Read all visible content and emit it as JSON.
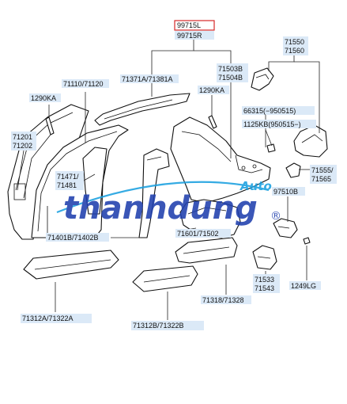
{
  "parts": {
    "p99715": {
      "line1": "99715L",
      "line2": "99715R"
    },
    "p71550": {
      "line1": "71550",
      "line2": "71560"
    },
    "p71371": "71371A/71381A",
    "p71503": {
      "line1": "71503B",
      "line2": "71504B"
    },
    "p71110": "71110/71120",
    "p1290a": "1290KA",
    "p1290b": "1290KA",
    "p66315": "66315(−950515)",
    "p1125": "1125KB(950515−)",
    "p71201": {
      "line1": "71201",
      "line2": "71202"
    },
    "p71471": {
      "line1": "71471/",
      "line2": "71481"
    },
    "p71555": {
      "line1": "71555/",
      "line2": "71565"
    },
    "p97510": "97510B",
    "p71401": "71401B/71402B",
    "p71601": "71601/71502",
    "p71533": {
      "line1": "71533",
      "line2": "71543"
    },
    "p1249": "1249LG",
    "p71318": "71318/71328",
    "p71312a": "71312A/71322A",
    "p71312b": "71312B/71322B"
  },
  "watermark": {
    "brand": "thanhdung",
    "tag": "Auto",
    "mark": "®"
  },
  "colors": {
    "label_bg": "#dbe9f7",
    "highlight": "#d62828",
    "watermark": "#1f3fae",
    "watermark_accent": "#1aa0e0"
  }
}
